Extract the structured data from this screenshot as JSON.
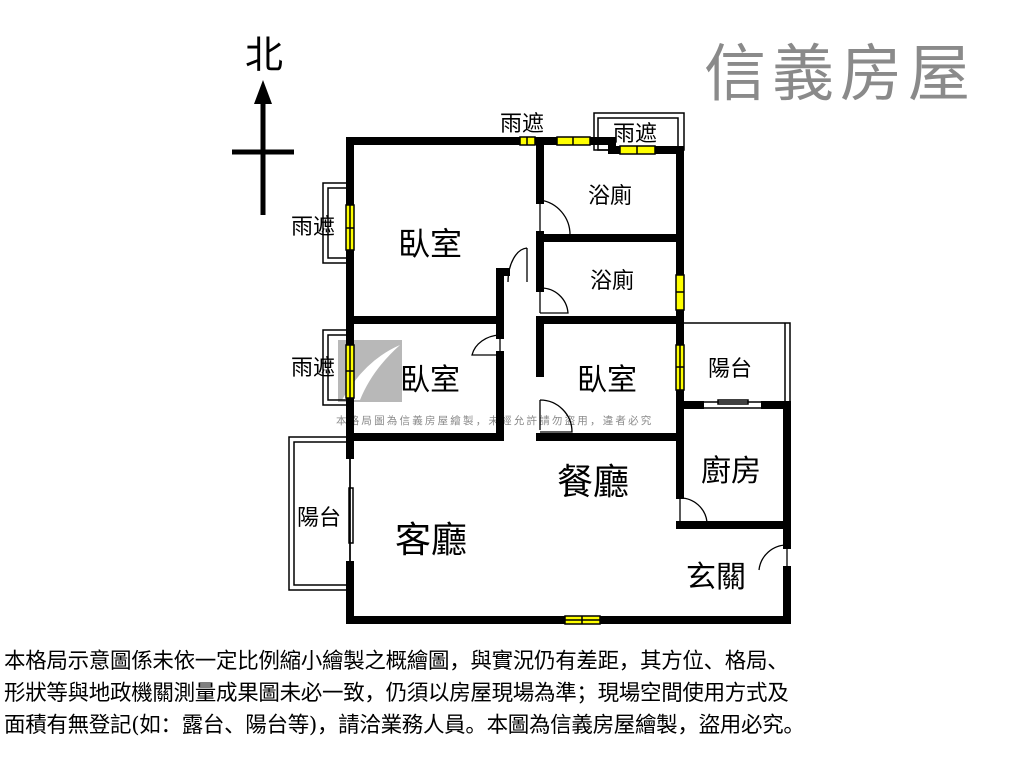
{
  "compass": {
    "north_label": "北"
  },
  "rooms": {
    "bedroom_master": "臥室",
    "bedroom_left": "臥室",
    "bedroom_right": "臥室",
    "bathroom_1": "浴廁",
    "bathroom_2": "浴廁",
    "living_room": "客廳",
    "dining_room": "餐廳",
    "kitchen": "廚房",
    "entrance": "玄關",
    "balcony_right": "陽台",
    "balcony_left": "陽台",
    "canopy_top_1": "雨遮",
    "canopy_top_2": "雨遮",
    "canopy_left_1": "雨遮",
    "canopy_left_2": "雨遮"
  },
  "watermark": {
    "brand": "信義房屋",
    "notice": "本格局圖為信義房屋繪製，未經允許請勿盜用，違者必究"
  },
  "colors": {
    "wall": "#000000",
    "window": "#ffff00",
    "watermark": "#8a8a8a"
  },
  "disclaimer": [
    "本格局示意圖係未依一定比例縮小繪製之概繪圖，與實況仍有差距，其方位、格局、",
    "形狀等與地政機關測量成果圖未必一致，仍須以房屋現場為準；現場空間使用方式及",
    "面積有無登記(如：露台、陽台等)，請洽業務人員。本圖為信義房屋繪製，盜用必究。"
  ]
}
